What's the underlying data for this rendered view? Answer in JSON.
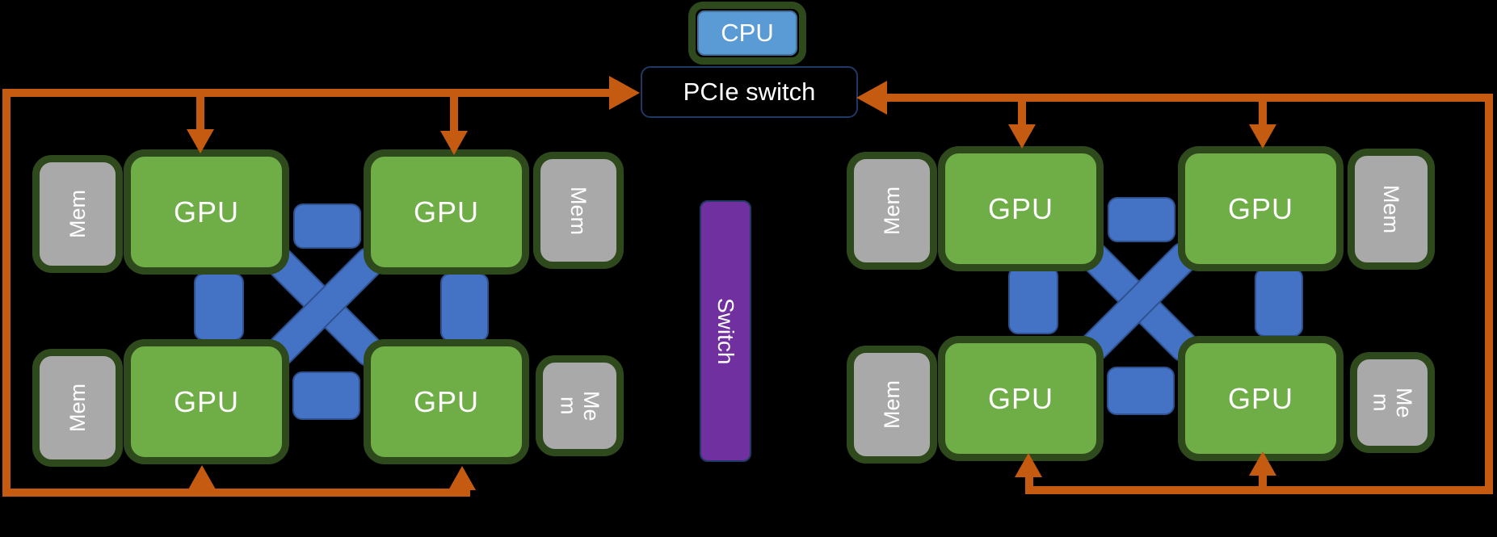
{
  "diagram_title": "",
  "colors": {
    "background": "#000000",
    "gpu_fill": "#6fad47",
    "dark_green_border": "#2e4a1c",
    "mem_fill": "#a9a9a9",
    "link_blue": "#4472c4",
    "link_blue_stroke": "#2f528f",
    "cpu_fill": "#5b9bd5",
    "arrow_orange": "#c55a11",
    "switch_purple": "#7030a0",
    "navy_stroke": "#1f3864"
  },
  "cpu": {
    "label": "CPU"
  },
  "pcie_switch": {
    "label": "PCIe switch"
  },
  "interconnect_switch": {
    "label": "Switch"
  },
  "left_cluster": {
    "gpus": [
      {
        "label": "GPU"
      },
      {
        "label": "GPU"
      },
      {
        "label": "GPU"
      },
      {
        "label": "GPU"
      }
    ],
    "mems": [
      {
        "label": "Mem",
        "orientation": "bottom-to-top"
      },
      {
        "label": "Mem",
        "orientation": "top-to-bottom"
      },
      {
        "label": "Mem",
        "orientation": "bottom-to-top"
      },
      {
        "label": "Me\nm",
        "orientation": "top-to-bottom"
      }
    ]
  },
  "right_cluster": {
    "gpus": [
      {
        "label": "GPU"
      },
      {
        "label": "GPU"
      },
      {
        "label": "GPU"
      },
      {
        "label": "GPU"
      }
    ],
    "mems": [
      {
        "label": "Mem",
        "orientation": "bottom-to-top"
      },
      {
        "label": "Mem",
        "orientation": "top-to-bottom"
      },
      {
        "label": "Mem",
        "orientation": "bottom-to-top"
      },
      {
        "label": "Me\nm",
        "orientation": "top-to-bottom"
      }
    ]
  }
}
